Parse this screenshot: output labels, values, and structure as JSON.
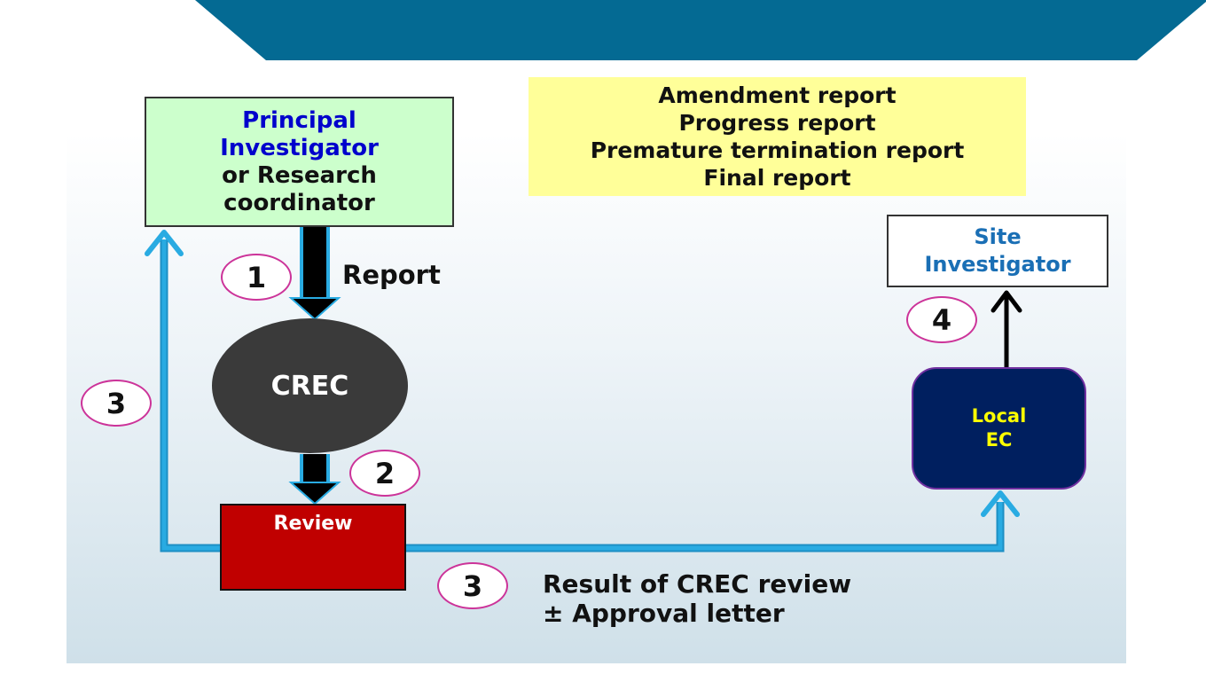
{
  "nodes": {
    "principal_investigator": {
      "line1": "Principal",
      "line2": "Investigator",
      "line3": "or Research",
      "line4": "coordinator"
    },
    "report_types": [
      "Amendment report",
      "Progress report",
      "Premature termination report",
      "Final report"
    ],
    "site_investigator": {
      "line1": "Site",
      "line2": "Investigator"
    },
    "crec": "CREC",
    "review": "Review",
    "local_ec": {
      "line1": "Local",
      "line2": "EC"
    }
  },
  "steps": {
    "step_1": "1",
    "step_2": "2",
    "step_3_left": "3",
    "step_3_bottom": "3",
    "step_4": "4"
  },
  "labels": {
    "report": "Report",
    "result_line1": "Result of CREC review",
    "result_line2": "± Approval letter"
  },
  "colors": {
    "banner": "#046a93",
    "pi_fill": "#ccffcc",
    "report_types_fill": "#ffff99",
    "crec_fill": "#3a3a3a",
    "review_fill": "#c00000",
    "local_ec_fill": "#001f5f",
    "connector_blue": "#29abe2",
    "badge_border": "#cc3399"
  }
}
